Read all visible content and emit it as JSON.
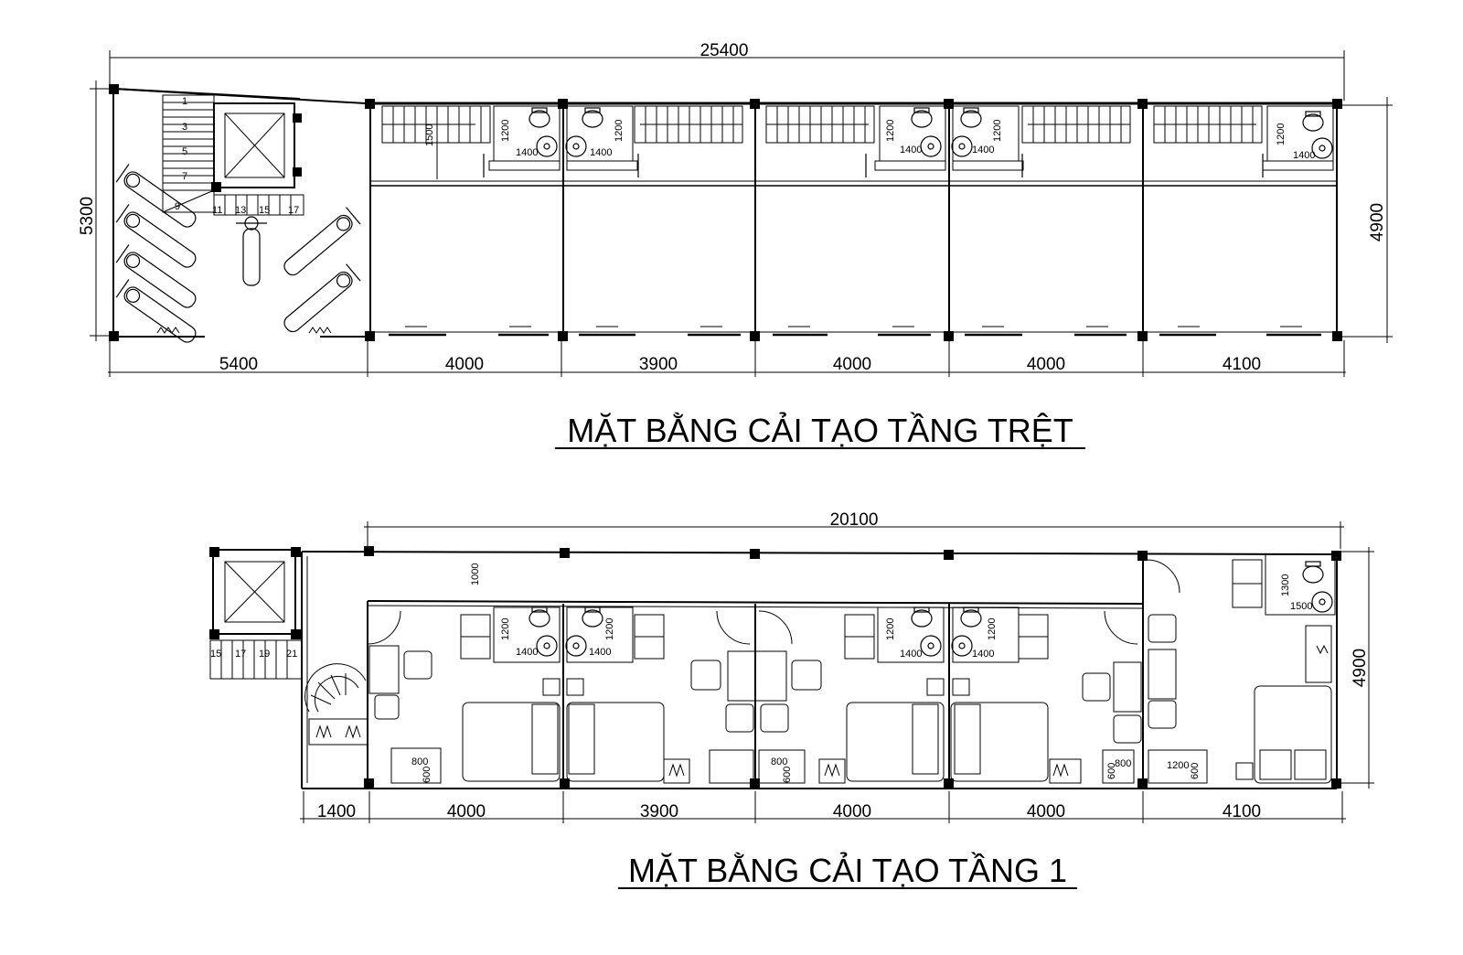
{
  "plans": {
    "ground": {
      "title": "MẶT BẰNG CẢI TẠO TẦNG TRỆT",
      "overall_width": "25400",
      "left_height": "5300",
      "right_height": "4900",
      "bottom_dims": [
        "5400",
        "4000",
        "3900",
        "4000",
        "4000",
        "4100"
      ],
      "inner_dims": [
        "1500",
        "1200",
        "1400",
        "1200",
        "1400",
        "1200",
        "1400",
        "1200",
        "1400",
        "1200",
        "1400"
      ],
      "stair_steps": [
        "1",
        "3",
        "5",
        "7",
        "9",
        "11",
        "13",
        "15",
        "17"
      ]
    },
    "first": {
      "title": "MẶT BẰNG CẢI TẠO TẦNG 1",
      "overall_width": "20100",
      "right_height": "4900",
      "bottom_dims": [
        "1400",
        "4000",
        "3900",
        "4000",
        "4000",
        "4100"
      ],
      "corridor_dim": "1000",
      "stair_steps": [
        "15",
        "17",
        "19",
        "21"
      ],
      "bath_dims": [
        "1200",
        "1400",
        "1200",
        "1400",
        "1200",
        "1400",
        "1200",
        "1400",
        "1300",
        "1500"
      ],
      "wardrobe_dims": [
        "800",
        "600",
        "800",
        "600",
        "800",
        "600",
        "1200",
        "600"
      ]
    }
  }
}
